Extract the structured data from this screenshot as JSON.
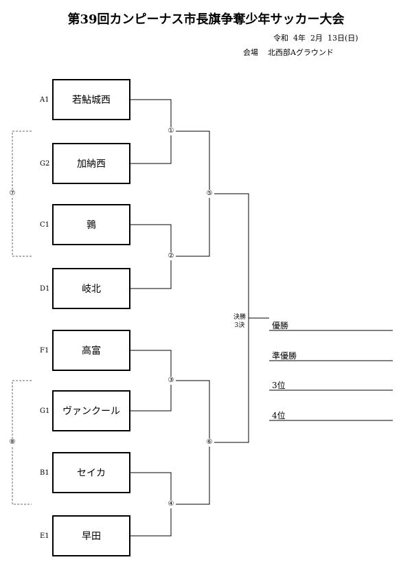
{
  "header": {
    "title": "第39回カンピーナス市長旗争奪少年サッカー大会",
    "date": "令和  4年  2月  13日(日)",
    "venue": "会場    北西部Aグラウンド"
  },
  "teams": [
    {
      "seed": "A1",
      "name": "若鮎城西"
    },
    {
      "seed": "G2",
      "name": "加納西"
    },
    {
      "seed": "C1",
      "name": "鶉"
    },
    {
      "seed": "D1",
      "name": "岐北"
    },
    {
      "seed": "F1",
      "name": "高富"
    },
    {
      "seed": "G1",
      "name": "ヴァンクール"
    },
    {
      "seed": "B1",
      "name": "セイカ"
    },
    {
      "seed": "E1",
      "name": "早田"
    }
  ],
  "matches": {
    "m1": "①",
    "m2": "②",
    "m3": "③",
    "m4": "④",
    "m5": "⑤",
    "m6": "⑥",
    "m7": "⑦",
    "m8": "⑧"
  },
  "final": {
    "line1": "決勝",
    "line2": "3決"
  },
  "results": {
    "first": "優勝",
    "second": "準優勝",
    "third": "3位",
    "fourth": "4位"
  }
}
